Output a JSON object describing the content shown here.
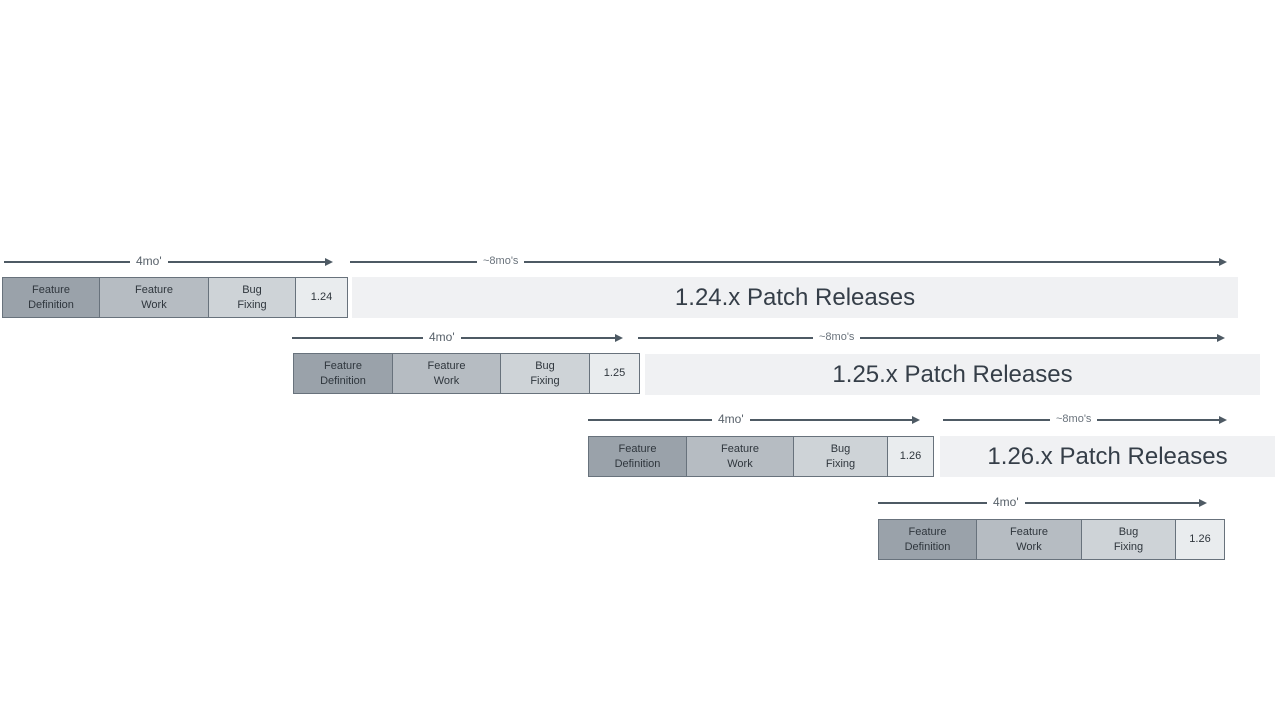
{
  "labels": {
    "cycle_duration": "4mo'",
    "patch_duration": "~8mo's"
  },
  "phases": {
    "feature_definition": "Feature\nDefinition",
    "feature_work": "Feature\nWork",
    "bug_fixing": "Bug\nFixing"
  },
  "releases": [
    {
      "version": "1.24",
      "patch_releases_label": "1.24.x Patch Releases"
    },
    {
      "version": "1.25",
      "patch_releases_label": "1.25.x Patch Releases"
    },
    {
      "version": "1.26",
      "patch_releases_label": "1.26.x Patch Releases"
    },
    {
      "version": "1.26",
      "patch_releases_label": ""
    }
  ],
  "colors": {
    "feature_definition_fill": "#9aa2aa",
    "feature_work_fill": "#b6bcc2",
    "bug_fixing_fill": "#ced3d7",
    "version_box_fill": "#e9ecee",
    "patch_bar_fill": "#f0f1f3",
    "box_border": "#68727c",
    "arrow": "#4e5a64",
    "box_text": "#2f363d",
    "patch_text": "#353e48"
  }
}
